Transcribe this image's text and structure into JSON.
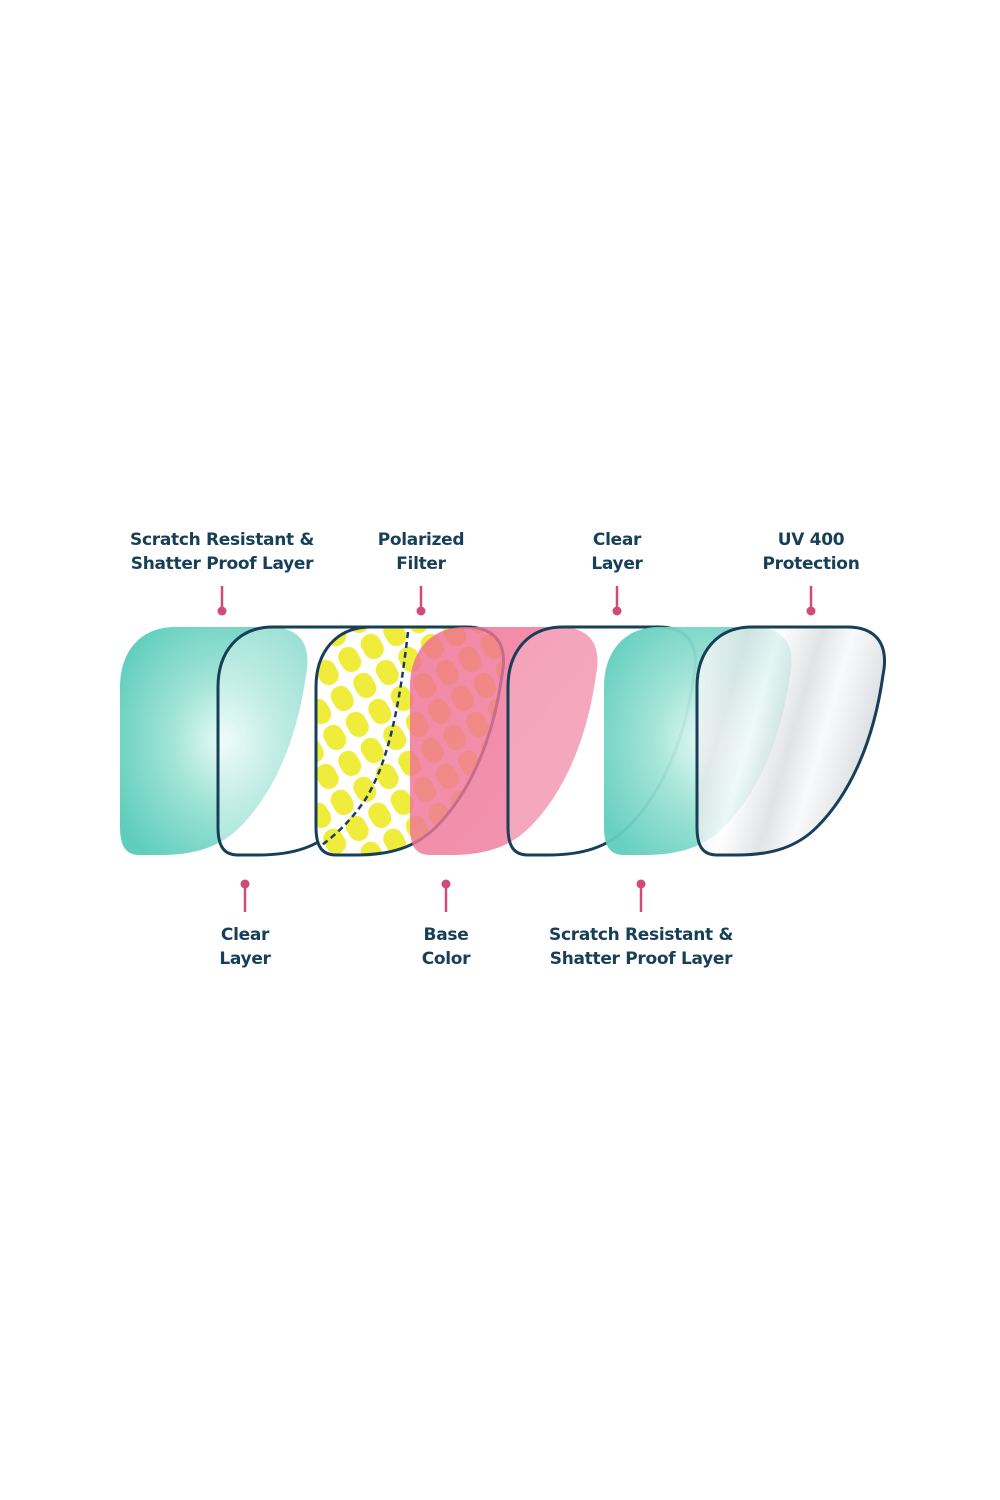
{
  "colors": {
    "outline": "#173f57",
    "label_text": "#173f57",
    "pin": "#d24a78",
    "teal_fill": "#5fcdbc",
    "yellow_fill": "#f0ec3c",
    "pink_fill": "#ee6b91",
    "background": "#ffffff"
  },
  "labels": {
    "top": [
      {
        "lines": [
          "Scratch Resistant &",
          "Shatter Proof Layer"
        ]
      },
      {
        "lines": [
          "Polarized",
          "Filter"
        ]
      },
      {
        "lines": [
          "Clear",
          "Layer"
        ]
      },
      {
        "lines": [
          "UV 400",
          "Protection"
        ]
      }
    ],
    "bottom": [
      {
        "lines": [
          "Clear",
          "Layer"
        ]
      },
      {
        "lines": [
          "Base",
          "Color"
        ]
      },
      {
        "lines": [
          "Scratch Resistant &",
          "Shatter Proof Layer"
        ]
      }
    ]
  },
  "lens_layers": [
    {
      "name": "scratch-resistant-shatter-proof-layer",
      "style": "teal"
    },
    {
      "name": "clear-layer",
      "style": "outline"
    },
    {
      "name": "polarized-filter",
      "style": "yellow-pattern"
    },
    {
      "name": "base-color",
      "style": "pink"
    },
    {
      "name": "clear-layer",
      "style": "outline"
    },
    {
      "name": "scratch-resistant-shatter-proof-layer",
      "style": "teal"
    },
    {
      "name": "uv-400-protection",
      "style": "clear-gloss"
    }
  ]
}
